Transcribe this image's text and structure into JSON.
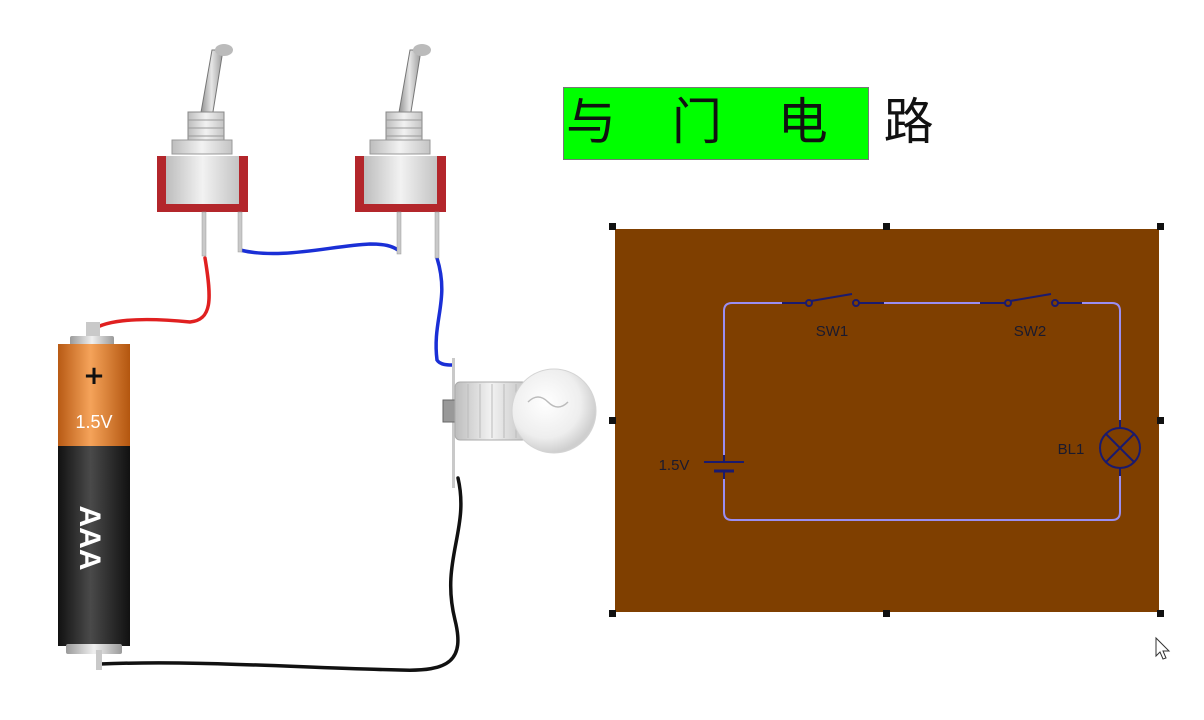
{
  "title": "与 门 电 路",
  "battery": {
    "polarity": "+",
    "voltage": "1.5V",
    "type": "AAA"
  },
  "schematic": {
    "switch1_label": "SW1",
    "switch2_label": "SW2",
    "lamp_label": "BL1",
    "battery_label": "1.5V"
  },
  "colors": {
    "panel": "#7f3f00",
    "title_bg": "#00ff00",
    "wire_red": "#e02020",
    "wire_blue": "#1a2fd6",
    "wire_black": "#111111",
    "schematic_wire": "#9a8ef2"
  }
}
